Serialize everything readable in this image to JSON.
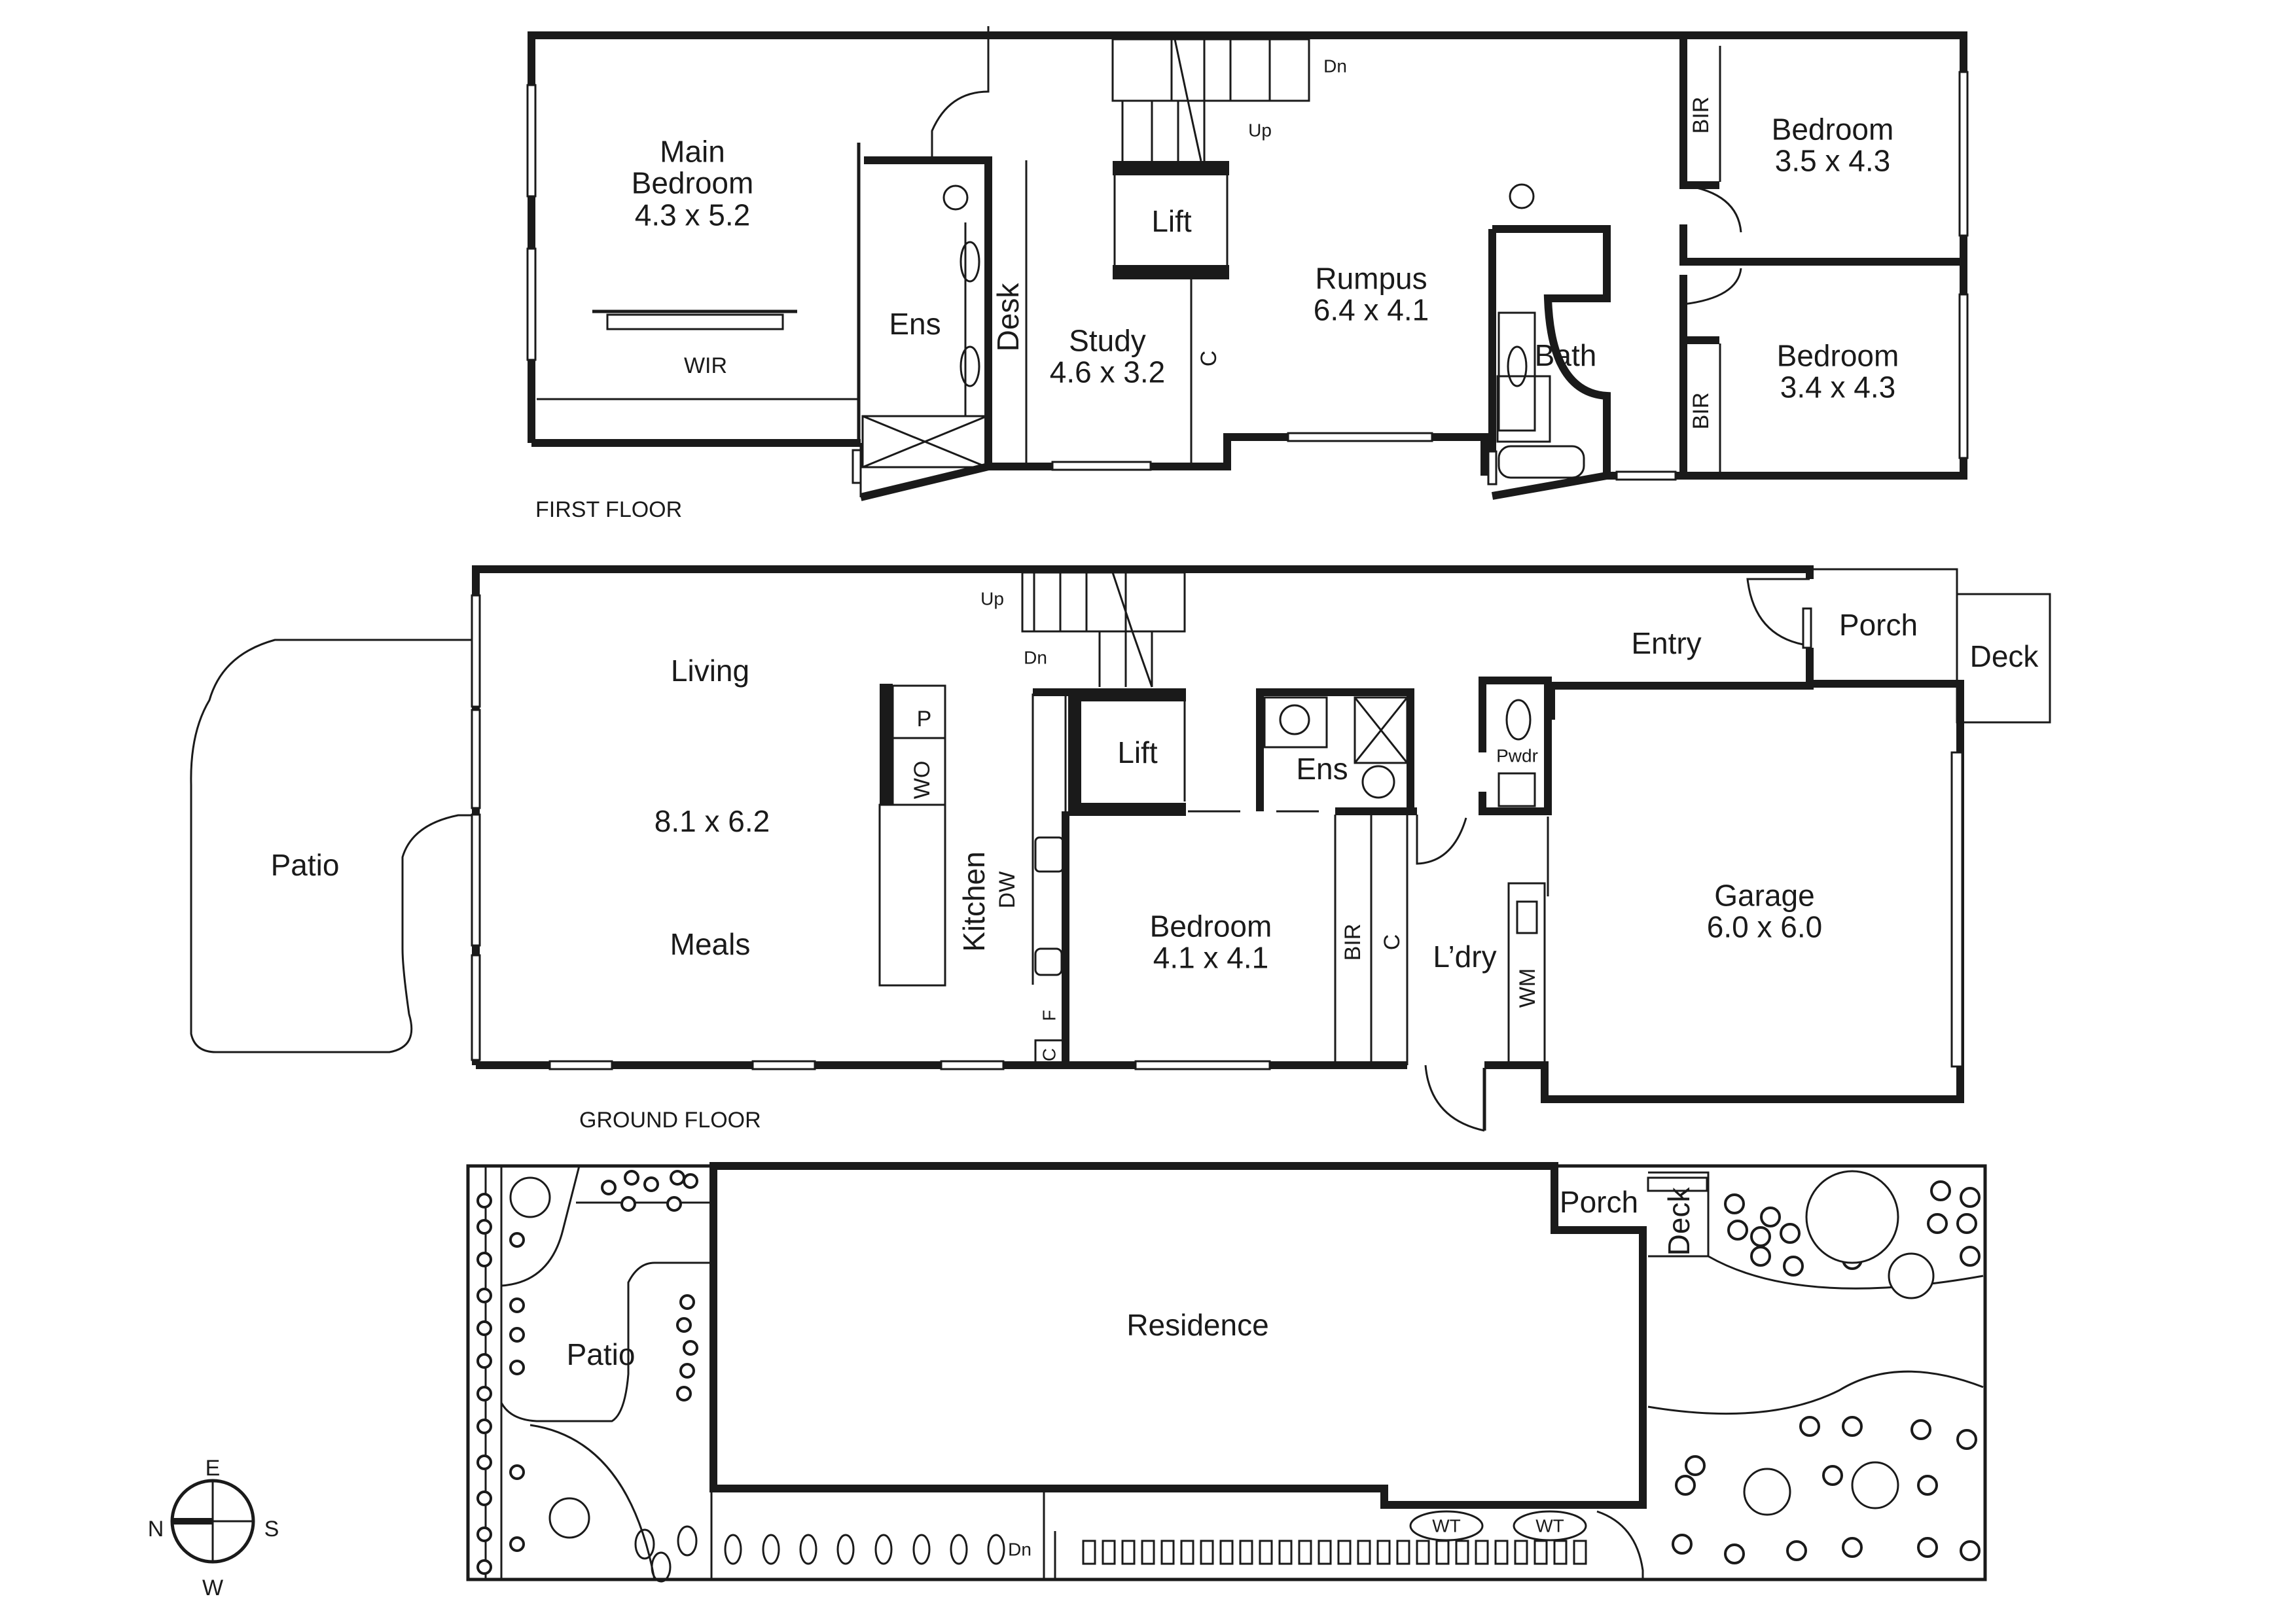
{
  "first_floor": {
    "caption": "FIRST FLOOR",
    "rooms": {
      "main_bedroom": {
        "name_line1": "Main",
        "name_line2": "Bedroom",
        "size": "4.3 x 5.2"
      },
      "wir": {
        "name": "WIR"
      },
      "ensuite": {
        "name": "Ens"
      },
      "desk": {
        "name": "Desk"
      },
      "study": {
        "name": "Study",
        "size": "4.6 x 3.2"
      },
      "study_cupboard": {
        "name": "C"
      },
      "lift": {
        "name": "Lift"
      },
      "stairs_dn": {
        "name": "Dn"
      },
      "stairs_up": {
        "name": "Up"
      },
      "rumpus": {
        "name": "Rumpus",
        "size": "6.4 x 4.1"
      },
      "bath": {
        "name": "Bath"
      },
      "bedroom_2": {
        "name": "Bedroom",
        "size": "3.5 x 4.3"
      },
      "bedroom_2_bir": {
        "name": "BIR"
      },
      "bedroom_3": {
        "name": "Bedroom",
        "size": "3.4 x 4.3"
      },
      "bedroom_3_bir": {
        "name": "BIR"
      }
    }
  },
  "ground_floor": {
    "caption": "GROUND FLOOR",
    "rooms": {
      "patio": {
        "name": "Patio"
      },
      "living": {
        "name": "Living"
      },
      "living_size": {
        "size": "8.1 x 6.2"
      },
      "meals": {
        "name": "Meals"
      },
      "pantry": {
        "name": "P"
      },
      "wall_oven": {
        "name": "WO"
      },
      "kitchen": {
        "name": "Kitchen"
      },
      "dishwasher": {
        "name": "DW"
      },
      "fridge": {
        "name": "F"
      },
      "kitchen_cupboard": {
        "name": "C"
      },
      "stairs_up": {
        "name": "Up"
      },
      "stairs_dn": {
        "name": "Dn"
      },
      "lift": {
        "name": "Lift"
      },
      "ensuite": {
        "name": "Ens"
      },
      "bedroom": {
        "name": "Bedroom",
        "size": "4.1 x 4.1"
      },
      "bir": {
        "name": "BIR"
      },
      "cupboard": {
        "name": "C"
      },
      "laundry": {
        "name": "L’dry"
      },
      "washing_machine": {
        "name": "WM"
      },
      "powder": {
        "name": "Pwdr"
      },
      "entry": {
        "name": "Entry"
      },
      "porch": {
        "name": "Porch"
      },
      "deck": {
        "name": "Deck"
      },
      "garage": {
        "name": "Garage",
        "size": "6.0 x 6.0"
      }
    }
  },
  "site_plan": {
    "residence": {
      "name": "Residence"
    },
    "patio": {
      "name": "Patio"
    },
    "porch": {
      "name": "Porch"
    },
    "deck": {
      "name": "Deck"
    },
    "steps_dn": {
      "name": "Dn"
    },
    "water_tank_1": {
      "name": "WT"
    },
    "water_tank_2": {
      "name": "WT"
    }
  },
  "compass": {
    "north": "N",
    "east": "E",
    "south": "S",
    "west": "W"
  }
}
